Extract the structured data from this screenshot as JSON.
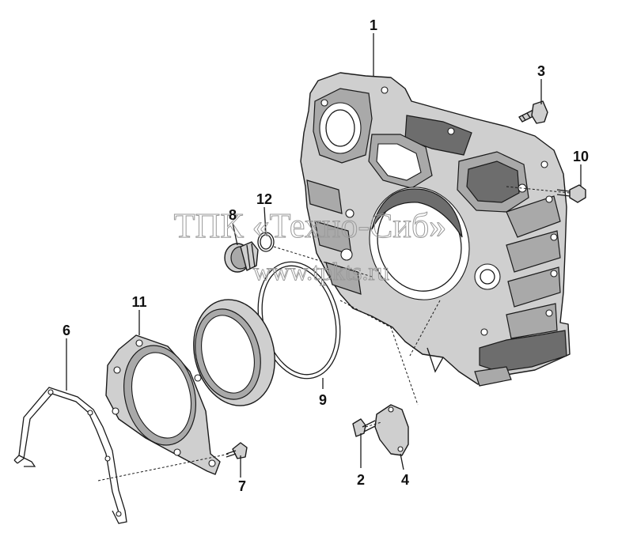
{
  "watermark": {
    "line1": "ТПК «Техно-Сиб»",
    "line2": "www.tpkts.ru"
  },
  "callouts": [
    {
      "id": "1",
      "label": "1"
    },
    {
      "id": "2",
      "label": "2"
    },
    {
      "id": "3",
      "label": "3"
    },
    {
      "id": "4",
      "label": "4"
    },
    {
      "id": "6",
      "label": "6"
    },
    {
      "id": "7",
      "label": "7"
    },
    {
      "id": "8",
      "label": "8"
    },
    {
      "id": "9",
      "label": "9"
    },
    {
      "id": "10",
      "label": "10"
    },
    {
      "id": "11",
      "label": "11"
    },
    {
      "id": "12",
      "label": "12"
    }
  ],
  "colors": {
    "background": "#ffffff",
    "part_fill": "#cfcfcf",
    "part_shadow": "#a9a9a9",
    "outline": "#1a1a1a",
    "watermark": "#9a9a9a"
  }
}
